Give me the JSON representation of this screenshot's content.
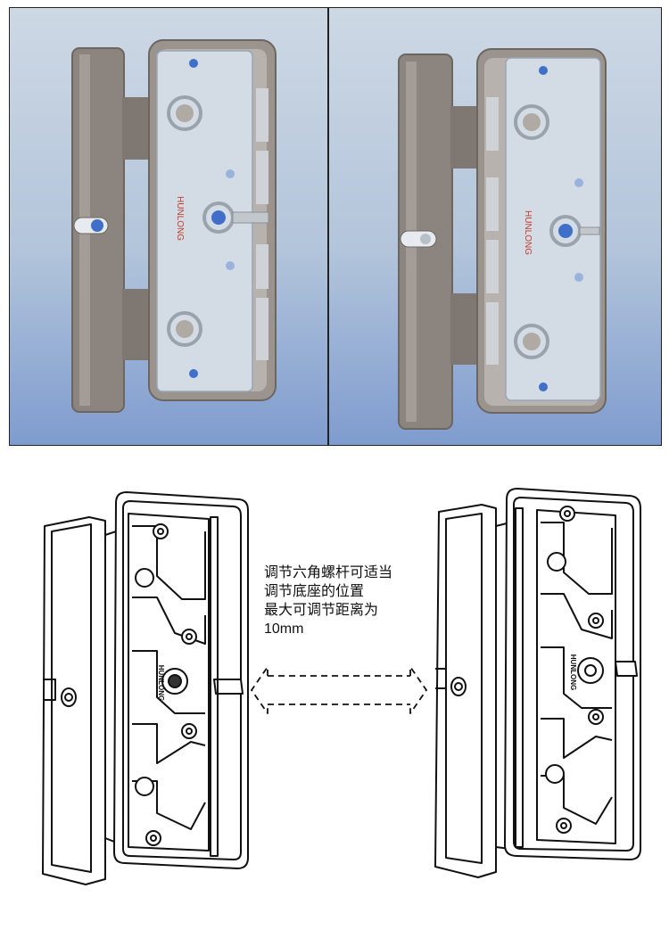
{
  "caption": {
    "line1": "调节六角螺杆可适当",
    "line2": "调节底座的位置",
    "line3": "最大可调节距离为",
    "line4": "10mm"
  },
  "brand_mark": "HUNLONG",
  "colors": {
    "panel_top": "#cdd8e4",
    "panel_bottom": "#7f9ccf",
    "base": "#8c857f",
    "plate": "#d3dbe4",
    "blue_dot": "#3f6fc8",
    "brand_red": "#c0392b"
  }
}
